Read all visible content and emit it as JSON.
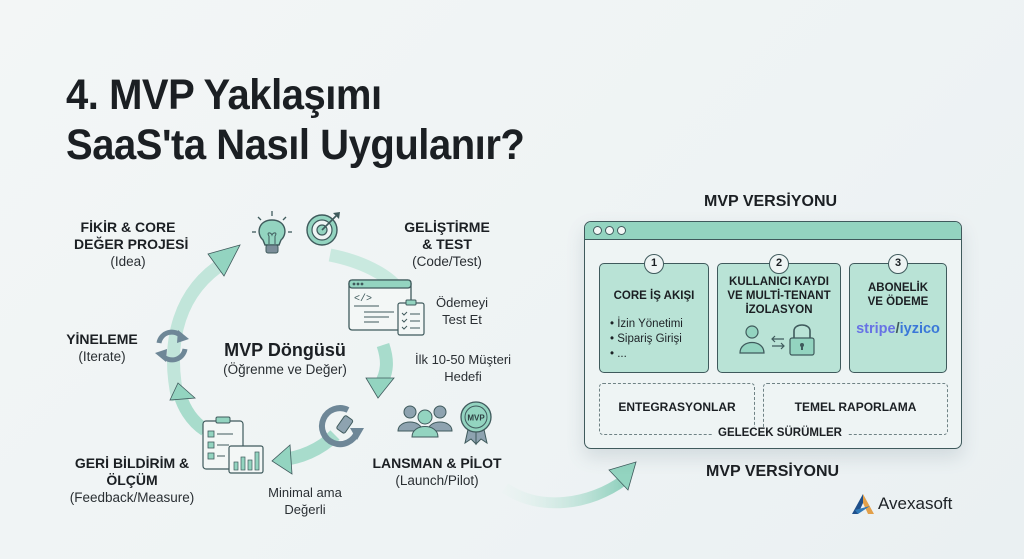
{
  "title": {
    "line1": "4. MVP Yaklaşımı",
    "line2": "SaaS'ta Nasıl Uygulanır?"
  },
  "cycle": {
    "center": {
      "title": "MVP Döngüsü",
      "subtitle": "(Öğrenme ve Değer)"
    },
    "stages": [
      {
        "id": "idea",
        "title_line1": "FİKİR & CORE",
        "title_line2": "DEĞER PROJESİ",
        "subtitle": "(Idea)",
        "icon": "lightbulb-icon, target-icon"
      },
      {
        "id": "build",
        "title_line1": "GELİŞTİRME",
        "title_line2": "& TEST",
        "subtitle": "(Code/Test)",
        "icon": "code-window-icon, checklist-icon"
      },
      {
        "id": "launch",
        "title_line1": "LANSMAN & PİLOT",
        "subtitle": "(Launch/Pilot)",
        "icon": "users-icon, mvp-badge-icon"
      },
      {
        "id": "feedback",
        "title_line1": "GERİ BİLDİRİM &",
        "title_line2": "ÖLÇÜM",
        "subtitle": "(Feedback/Measure)",
        "icon": "clipboard-chart-icon"
      },
      {
        "id": "iterate",
        "title_line1": "YİNELEME",
        "subtitle": "(Iterate)",
        "icon": "refresh-icon"
      }
    ],
    "notes": {
      "payment_line1": "Ödemeyi",
      "payment_line2": "Test Et",
      "customers_line1": "İlk 10-50 Müşteri",
      "customers_line2": "Hedefi",
      "minimal_line1": "Minimal ama",
      "minimal_line2": "Değerli"
    },
    "badge_text": "MVP"
  },
  "mvp_panel": {
    "title_top": "MVP VERSİYONU",
    "title_bottom": "MVP VERSİYONU",
    "cards": [
      {
        "number": "1",
        "title": "CORE İŞ AKIŞI",
        "items": [
          "• İzin Yönetimi",
          "• Sipariş Girişi",
          "• ..."
        ]
      },
      {
        "number": "2",
        "title_line1": "KULLANICI KAYDI",
        "title_line2": "VE MULTİ-TENANT",
        "title_line3": "İZOLASYON",
        "icon": "user-lock-icon"
      },
      {
        "number": "3",
        "title_line1": "ABONELİK",
        "title_line2": "VE ÖDEME",
        "payment_a": "stripe",
        "payment_sep": "/",
        "payment_b": "iyzico"
      }
    ],
    "future": {
      "label": "GELECEK SÜRÜMLER",
      "items": [
        "ENTEGRASYONLAR",
        "TEMEL RAPORLAMA"
      ]
    }
  },
  "brand": {
    "name": "Avexasoft"
  },
  "colors": {
    "accent_teal": "#93d4c0",
    "card_fill": "#b9e3d6",
    "icon_slate": "#6e8797",
    "stripe": "#6772e5",
    "iyzico": "#1e64ff",
    "dark_outline": "#3f5a5c"
  }
}
